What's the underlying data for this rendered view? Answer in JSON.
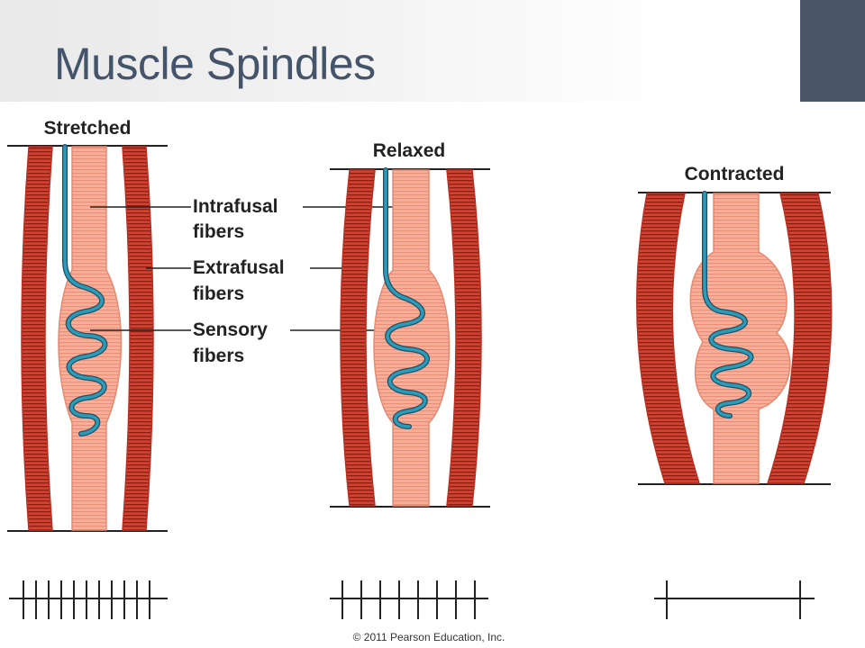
{
  "slide": {
    "title": "Muscle Spindles"
  },
  "panels": [
    {
      "label": "Stretched"
    },
    {
      "label": "Relaxed"
    },
    {
      "label": "Contracted"
    }
  ],
  "callouts": {
    "intrafusal": [
      "Intrafusal",
      "fibers"
    ],
    "extrafusal": [
      "Extrafusal",
      "fibers"
    ],
    "sensory": [
      "Sensory",
      "fibers"
    ]
  },
  "copyright": "© 2011 Pearson Education, Inc.",
  "colors": {
    "title": "#44546a",
    "accent": "#4a5668",
    "extrafusal": "#d83f2e",
    "intrafusal": "#f6b3a0",
    "sensory": "#1f7f9c"
  }
}
